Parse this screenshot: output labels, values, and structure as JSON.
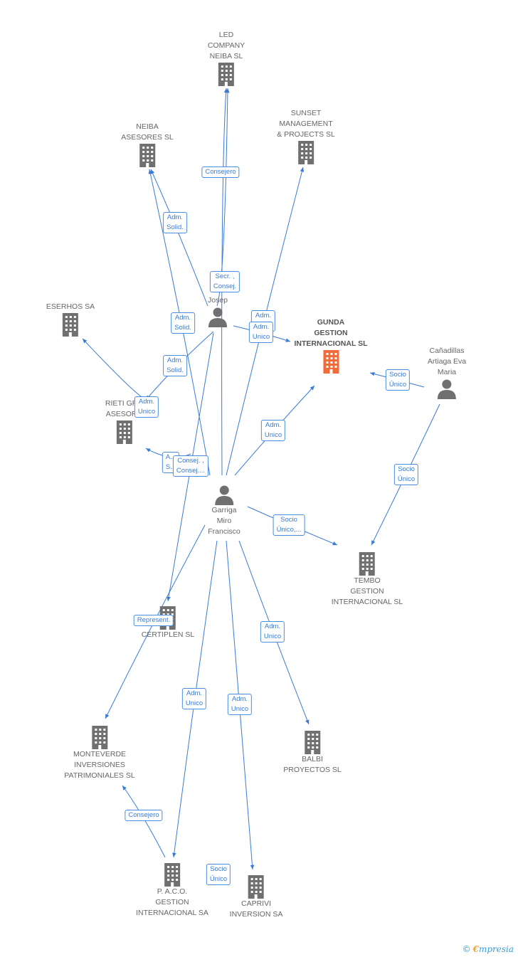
{
  "colors": {
    "edge": "#3a7bd5",
    "node_gray": "#707070",
    "main_orange": "#f26b3a"
  },
  "nodes": [
    {
      "id": "led",
      "type": "company",
      "label": "LED\nCOMPANY\nNEIBA SL"
    },
    {
      "id": "neiba",
      "type": "company",
      "label": "NEIBA\nASESORES SL"
    },
    {
      "id": "sunset",
      "type": "company",
      "label": "SUNSET\nMANAGEMENT\n& PROJECTS SL"
    },
    {
      "id": "eserhos",
      "type": "company",
      "label": "ESERHOS SA"
    },
    {
      "id": "gunda",
      "type": "company-main",
      "label": "GUNDA\nGESTION\nINTERNACIONAL SL"
    },
    {
      "id": "canadillas",
      "type": "person",
      "label": "Cañadillas\nArtiaga Eva\nMaria"
    },
    {
      "id": "josep",
      "type": "person",
      "label": "A...\nR...\nJosep"
    },
    {
      "id": "rieti",
      "type": "company",
      "label": "RIETI GR...\nASESOR..."
    },
    {
      "id": "garriga",
      "type": "person",
      "label": "Garriga\nMiro\nFrancisco"
    },
    {
      "id": "tembo",
      "type": "company",
      "label": "TEMBO\nGESTION\nINTERNACIONAL SL"
    },
    {
      "id": "certiplen",
      "type": "company",
      "label": "CERTIPLEN SL"
    },
    {
      "id": "monteverde",
      "type": "company",
      "label": "MONTEVERDE\nINVERSIONES\nPATRIMONIALES SL"
    },
    {
      "id": "balbi",
      "type": "company",
      "label": "BALBI\nPROYECTOS SL"
    },
    {
      "id": "paco",
      "type": "company",
      "label": "P. A.C.O.\nGESTION\nINTERNACIONAL SA"
    },
    {
      "id": "caprivi",
      "type": "company",
      "label": "CAPRIVI\nINVERSION SA"
    }
  ],
  "edges": [
    {
      "from": "garriga",
      "to": "led",
      "label": "Consejero"
    },
    {
      "from": "josep",
      "to": "led",
      "label": "Secr. ,\nConsej."
    },
    {
      "from": "josep",
      "to": "neiba",
      "label": "Adm.\nSolid."
    },
    {
      "from": "garriga",
      "to": "neiba",
      "label": "Adm.\nSolid."
    },
    {
      "from": "garriga",
      "to": "sunset",
      "label": "Adm.\nUnico"
    },
    {
      "from": "josep",
      "to": "gunda",
      "label": "Adm.\nUnico"
    },
    {
      "from": "garriga",
      "to": "gunda",
      "label": "Adm.\nUnico"
    },
    {
      "from": "canadillas",
      "to": "gunda",
      "label": "Socio\nÚnico"
    },
    {
      "from": "canadillas",
      "to": "tembo",
      "label": "Socio\nÚnico"
    },
    {
      "from": "josep",
      "to": "rieti",
      "label": "Adm.\nSolid."
    },
    {
      "from": "rieti",
      "to": "eserhos",
      "label": "Adm.\nUnico"
    },
    {
      "from": "garriga",
      "to": "rieti",
      "label": "A...\nS..."
    },
    {
      "from": "garriga",
      "to": "tembo",
      "label": "Socio\nÚnico,..."
    },
    {
      "from": "josep",
      "to": "certiplen",
      "label": "Consej. ,\nConsej...."
    },
    {
      "from": "garriga",
      "to": "monteverde",
      "label": "Represent."
    },
    {
      "from": "paco",
      "to": "monteverde",
      "label": "Consejero"
    },
    {
      "from": "garriga",
      "to": "paco",
      "label": "Adm.\nUnico"
    },
    {
      "from": "garriga",
      "to": "caprivi",
      "label": "Adm.\nUnico"
    },
    {
      "from": "garriga",
      "to": "balbi",
      "label": "Adm.\nUnico"
    },
    {
      "from": "paco",
      "to": "caprivi",
      "label": "Socio\nÚnico"
    }
  ],
  "brand": {
    "copyright": "©",
    "initial": "€",
    "rest": "mpresia"
  }
}
